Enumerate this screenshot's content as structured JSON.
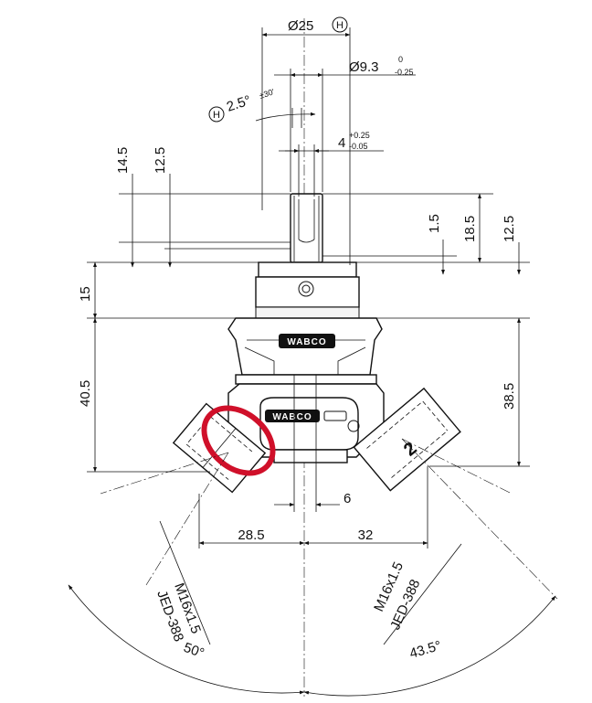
{
  "dimensions": {
    "dia_top": "Ø25",
    "dia_top_mark": "H",
    "dia_shaft": "Ø9.3",
    "dia_shaft_tol_upper": "0",
    "dia_shaft_tol_lower": "-0.25",
    "angle_mark": "H",
    "angle_value": "2.5°",
    "angle_tol": "±30'",
    "flat_value": "4",
    "flat_tol_upper": "+0.25",
    "flat_tol_lower": "-0.05",
    "left_14_5": "14.5",
    "left_12_5": "12.5",
    "right_1_5": "1.5",
    "right_18_5": "18.5",
    "right_12_5": "12.5",
    "left_15": "15",
    "left_40_5": "40.5",
    "right_38_5": "38.5",
    "bottom_6": "6",
    "bottom_28_5": "28.5",
    "bottom_32": "32",
    "port_left_thread": "M16x1.5",
    "port_left_std": "JED-388",
    "port_right_thread": "M16x1.5",
    "port_right_std": "JED-388",
    "angle_left": "50°",
    "angle_right": "43.5°"
  },
  "body": {
    "logo_upper": "WABCO",
    "logo_lower": "WABCO",
    "port_number": "2"
  },
  "colors": {
    "line": "#111111",
    "highlight": "#d0102a"
  }
}
